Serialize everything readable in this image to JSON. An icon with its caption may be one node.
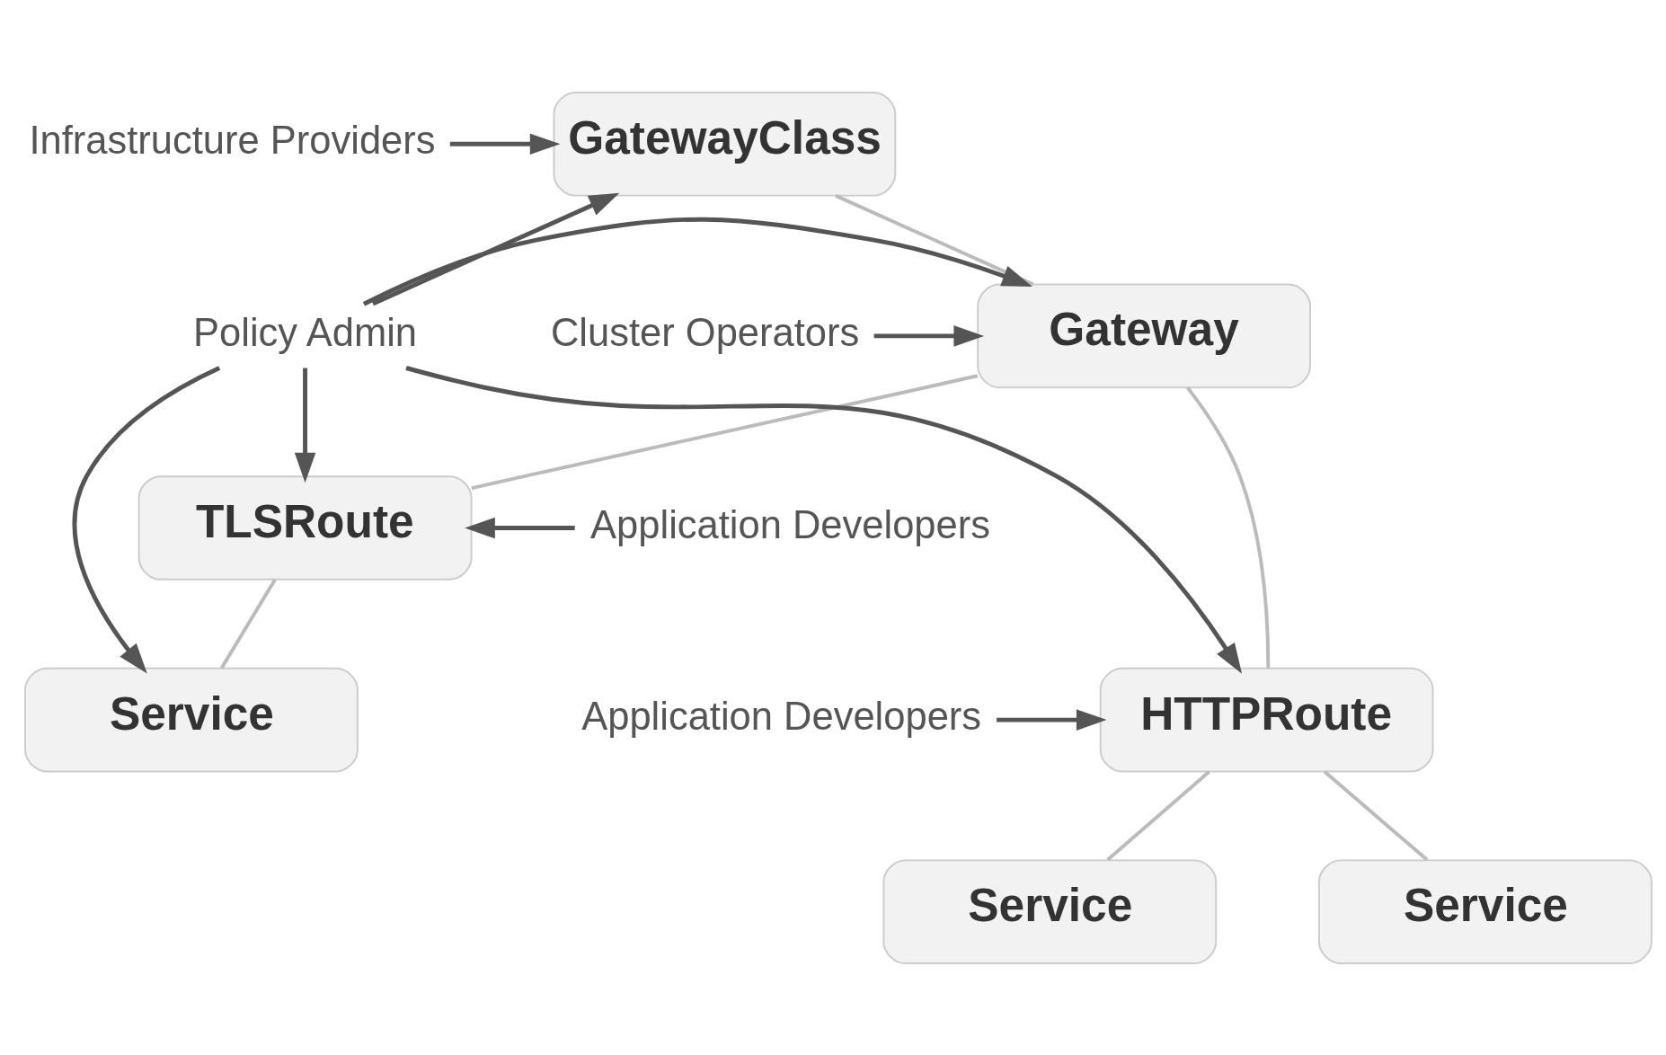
{
  "diagram": {
    "nodes": [
      {
        "text": [
          "Infrastructure Providers"
        ]
      },
      {
        "text": [
          "GatewayClass"
        ]
      },
      {
        "text": [
          "Cluster Operators"
        ]
      },
      {
        "text": [
          "Gateway"
        ]
      },
      {
        "text": [
          "Policy Admin"
        ]
      },
      {
        "text": [
          "Application Developers"
        ]
      },
      {
        "text": [
          "TLSRoute"
        ]
      },
      {
        "text": [
          "Application Developers"
        ]
      },
      {
        "text": [
          "HTTPRoute"
        ]
      },
      {
        "text": [
          "Service"
        ]
      },
      {
        "text": [
          "Service"
        ]
      },
      {
        "text": [
          "Service"
        ]
      }
    ],
    "edges": [
      {
        "from": 0,
        "to": 1,
        "arrow": "to"
      },
      {
        "from": 1,
        "to": 3,
        "arrow": "none",
        "color": "#bbbbbb"
      },
      {
        "from": 2,
        "to": 3,
        "arrow": "to"
      },
      {
        "from": 4,
        "to": 1,
        "arrow": "to"
      },
      {
        "from": 4,
        "to": 3,
        "arrow": "to"
      },
      {
        "from": 4,
        "to": 6,
        "arrow": "to"
      },
      {
        "from": 4,
        "to": 8,
        "arrow": "to"
      },
      {
        "from": 4,
        "to": 9,
        "arrow": "to"
      },
      {
        "from": 3,
        "to": 6,
        "arrow": "none",
        "color": "#bbbbbb"
      },
      {
        "from": 3,
        "to": 8,
        "arrow": "none",
        "color": "#bbbbbb"
      },
      {
        "from": 5,
        "to": 6,
        "arrow": "to"
      },
      {
        "from": 6,
        "to": 9,
        "arrow": "none",
        "color": "#bbbbbb"
      },
      {
        "from": 7,
        "to": 8,
        "arrow": "to"
      },
      {
        "from": 8,
        "to": 10,
        "arrow": "none",
        "color": "#bbbbbb"
      },
      {
        "from": 8,
        "to": 11,
        "arrow": "none",
        "color": "#bbbbbb"
      }
    ]
  }
}
